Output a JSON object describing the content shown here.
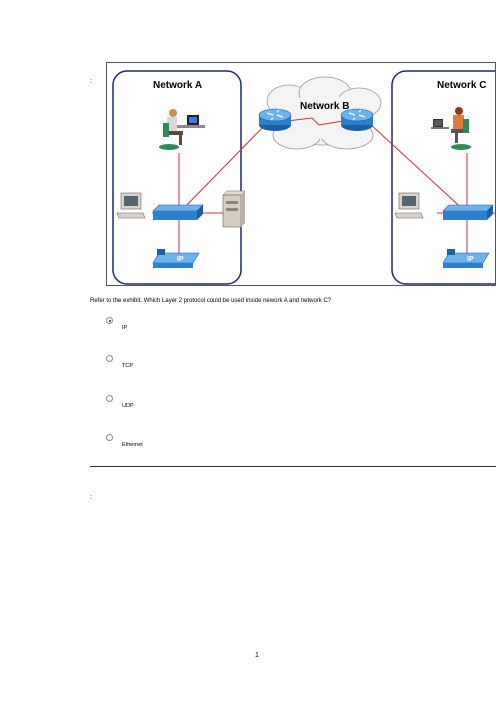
{
  "exhibit": {
    "network_a": "Network A",
    "network_b": "Network B",
    "network_c": "Network C",
    "phone_label_a": "IP",
    "phone_label_c": "IP"
  },
  "question": {
    "text": "Refer to the exhibit. Which Layer 2 protocol could be used inside nework A and network C?"
  },
  "options": [
    {
      "label": "IP",
      "selected": true
    },
    {
      "label": "TCP",
      "selected": false
    },
    {
      "label": "UDP",
      "selected": false
    },
    {
      "label": "Ethernet",
      "selected": false
    }
  ],
  "footer": {
    "page_number": "1"
  }
}
